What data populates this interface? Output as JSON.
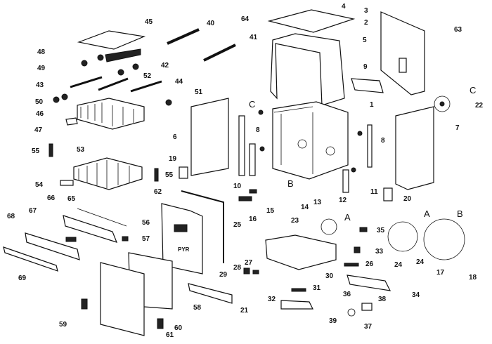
{
  "diagram": {
    "type": "exploded-parts-diagram",
    "callouts": [
      "45",
      "40",
      "64",
      "4",
      "3",
      "2",
      "5",
      "63",
      "41",
      "48",
      "49",
      "42",
      "52",
      "43",
      "44",
      "9",
      "50",
      "51",
      "46",
      "47",
      "1",
      "C",
      "C",
      "22",
      "6",
      "8",
      "8",
      "7",
      "55",
      "53",
      "19",
      "55",
      "10",
      "11",
      "20",
      "54",
      "62",
      "B",
      "13",
      "12",
      "14",
      "15",
      "16",
      "66",
      "65",
      "67",
      "68",
      "56",
      "A",
      "23",
      "35",
      "A",
      "B",
      "25",
      "57",
      "33",
      "24",
      "24",
      "17",
      "18",
      "27",
      "26",
      "28",
      "29",
      "30",
      "21",
      "69",
      "31",
      "34",
      "58",
      "36",
      "38",
      "32",
      "39",
      "37",
      "59",
      "60",
      "61"
    ],
    "door_logo_text": "PYR"
  }
}
